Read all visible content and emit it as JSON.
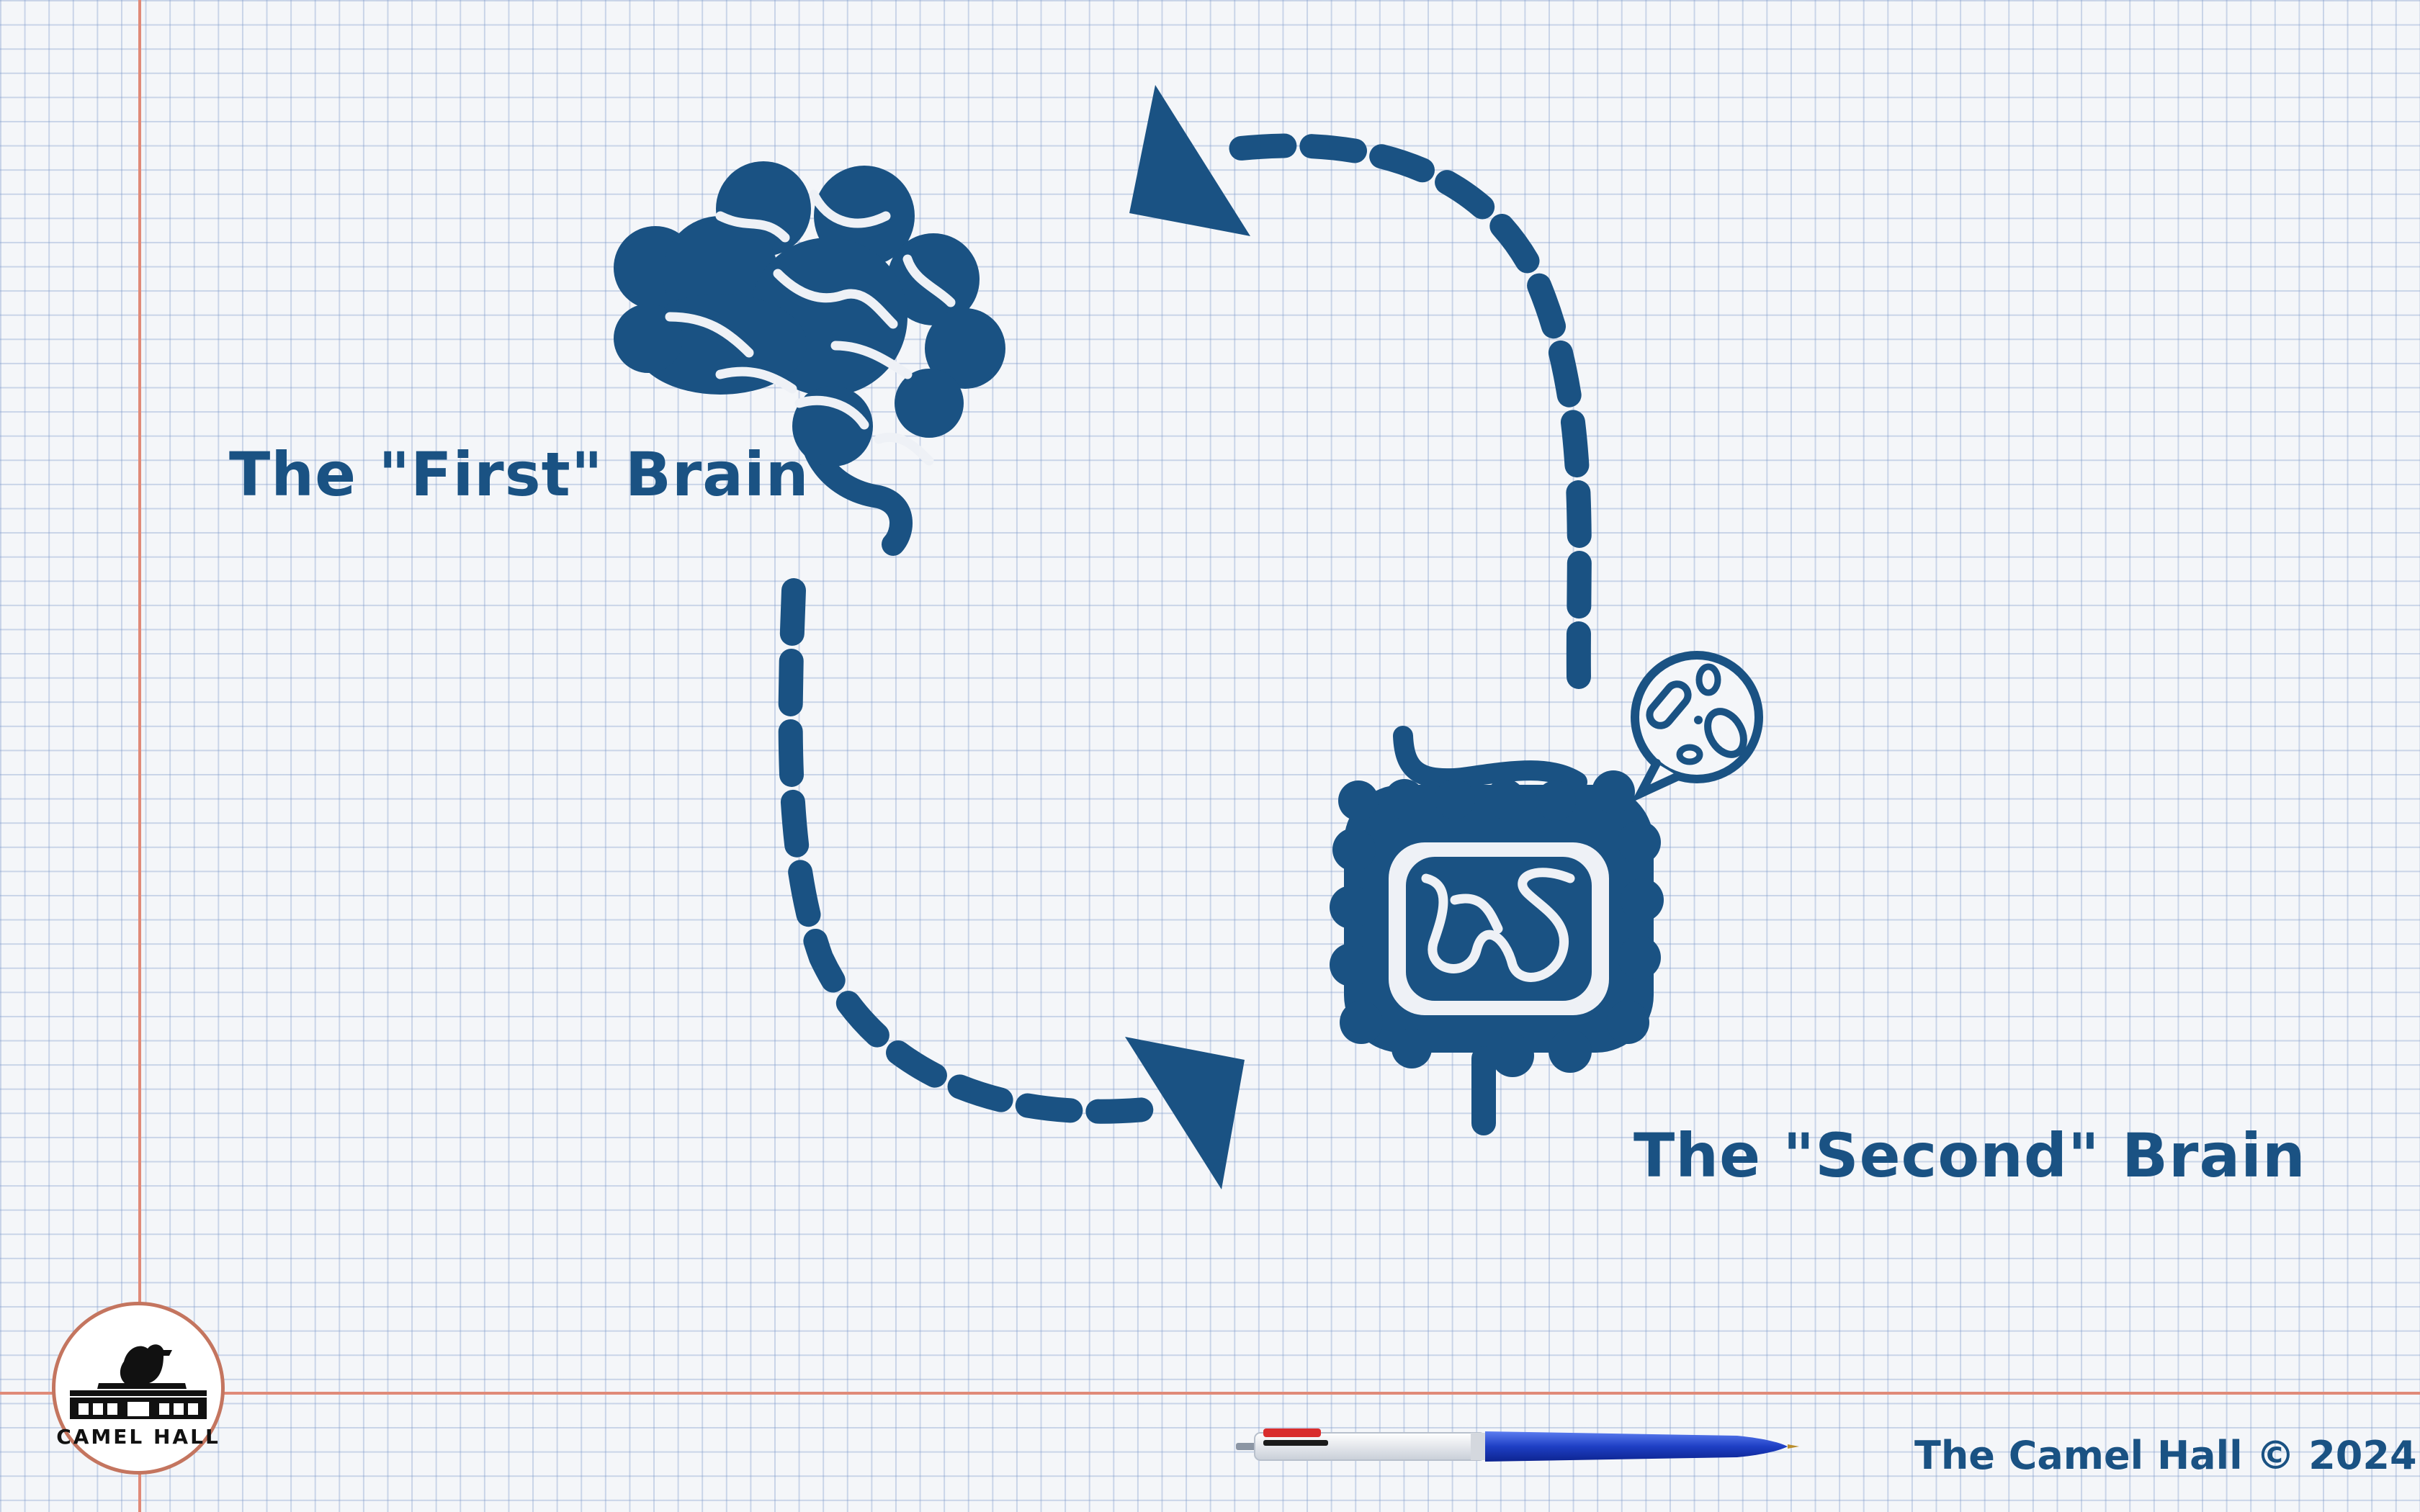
{
  "diagram": {
    "first_brain_label": "The \"First\" Brain",
    "second_brain_label": "The \"Second\" Brain",
    "footer_credit": "The Camel Hall © 2024",
    "logo_text": "CAMEL HALL"
  },
  "icons": [
    "brain-icon",
    "intestines-icon",
    "microbe-bubble-icon",
    "camel-hall-logo-icon",
    "pen-icon",
    "arrow-head-icon"
  ],
  "colors": {
    "ink": "#1a5283",
    "grid": "#a9bfdf",
    "margin_line": "#e08a78",
    "paper": "#f4f6f9"
  }
}
